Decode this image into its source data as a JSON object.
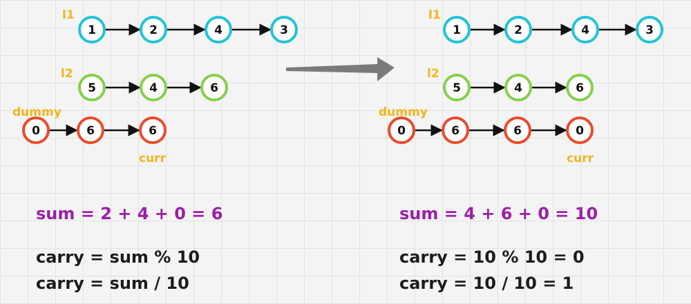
{
  "colors": {
    "l1": "#22c4d4",
    "l2": "#86cf4c",
    "result": "#ea4a2b",
    "label": "#f2b51c",
    "sum": "#9b1fa8",
    "carry": "#1c1c1c",
    "transition_arrow": "#7a7a7a"
  },
  "panels": [
    {
      "l1": {
        "label": "l1",
        "values": [
          "1",
          "2",
          "4",
          "3"
        ]
      },
      "l2": {
        "label": "l2",
        "values": [
          "5",
          "4",
          "6"
        ]
      },
      "result": {
        "values": [
          "0",
          "6",
          "6"
        ],
        "dummy_label": "dummy",
        "curr_label": "curr"
      },
      "sum_text": "sum = 2 + 4 + 0 = 6",
      "carry_mod_text": "carry = sum % 10",
      "carry_div_text": "carry = sum / 10"
    },
    {
      "l1": {
        "label": "l1",
        "values": [
          "1",
          "2",
          "4",
          "3"
        ]
      },
      "l2": {
        "label": "l2",
        "values": [
          "5",
          "4",
          "6"
        ]
      },
      "result": {
        "values": [
          "0",
          "6",
          "6",
          "0"
        ],
        "dummy_label": "dummy",
        "curr_label": "curr"
      },
      "sum_text": "sum = 4 + 6 + 0 = 10",
      "carry_mod_text": "carry = 10 % 10 = 0",
      "carry_div_text": "carry = 10 / 10 = 1"
    }
  ],
  "transition_icon": "right-arrow-icon"
}
